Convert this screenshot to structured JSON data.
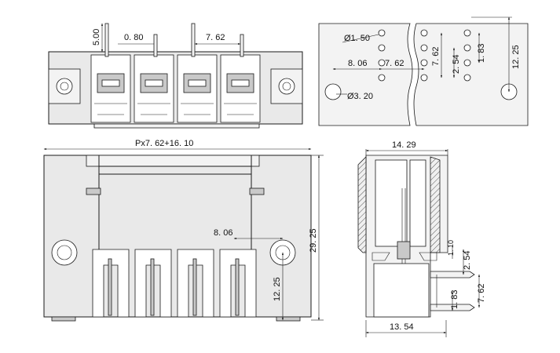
{
  "dimensions": {
    "top_left": {
      "pin_length": "5.00",
      "pin_width": "0. 80",
      "pitch": "7. 62"
    },
    "top_right": {
      "hole_small": "Ø1. 50",
      "hole_large": "Ø3. 20",
      "offset_h": "8. 06",
      "pitch_h": "7. 62",
      "pitch_v": "7. 62",
      "row_2_54": "2. 54",
      "row_1_83": "1. 83",
      "height_12_25": "12. 25"
    },
    "bottom_left": {
      "width": "Px7. 62+16. 10",
      "height": "29. 25",
      "offset_h": "8. 06",
      "offset_v": "12. 25"
    },
    "bottom_right": {
      "depth_top": "14. 29",
      "depth_bottom": "13. 54",
      "d_1_10": "1. 10",
      "d_2_54": "2. 54",
      "d_7_62": "7. 62",
      "d_1_83": "1. 83"
    }
  }
}
